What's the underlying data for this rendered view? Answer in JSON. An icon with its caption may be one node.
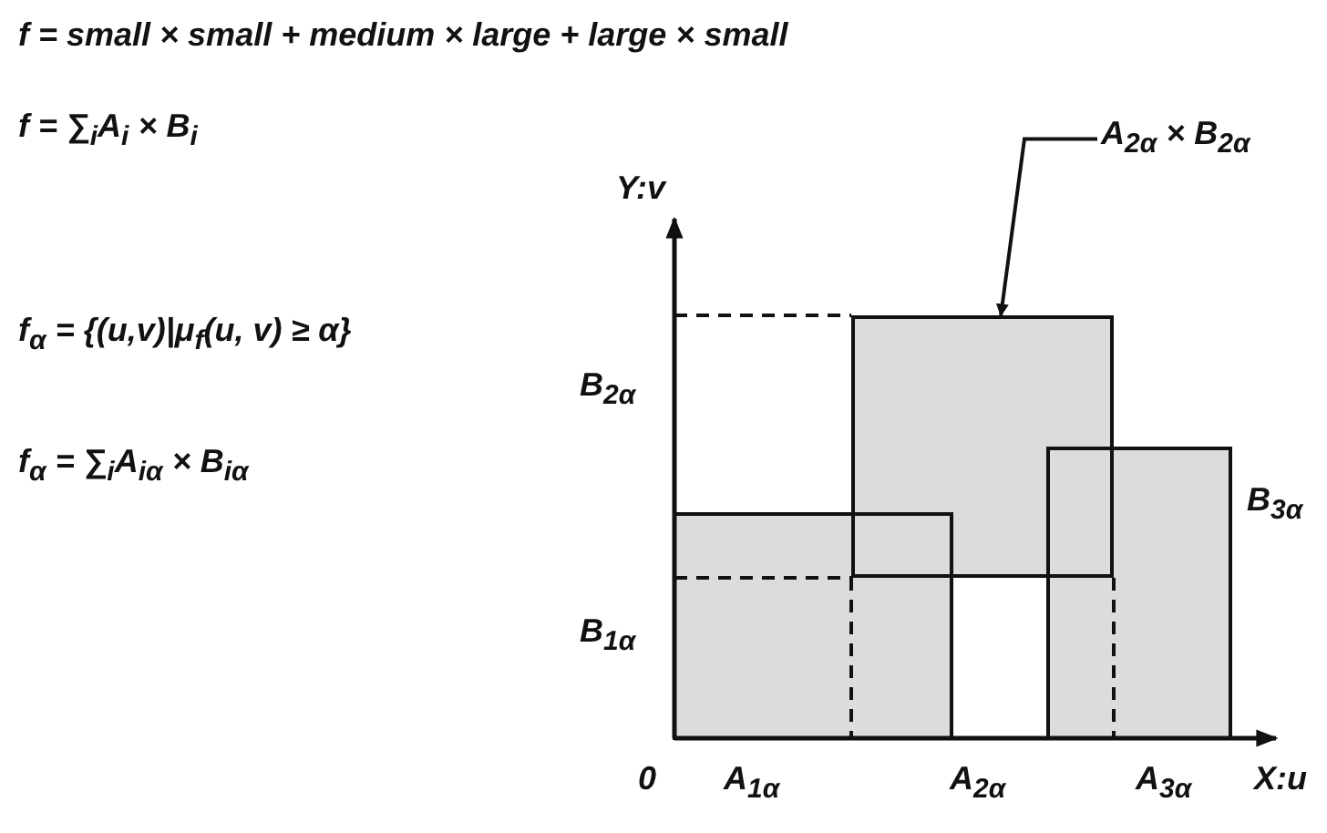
{
  "diagram": {
    "nodes": [
      {
        "text": [
          "A$_{2α}$ × B$_{2α}$"
        ]
      },
      {
        "text": [],
        "shape": "box"
      }
    ],
    "edges": [
      {
        "from": 0,
        "to": 1,
        "arrow": "to"
      }
    ],
    "labels": [
      "f = small × small + medium × large + large × small",
      "f = ∑$_{i}$A$_{i}$ × B$_{i}$",
      "f$_{α}$ = {(u,v)|μ$_{f}$(u, v) ≥ α}",
      "Y:v",
      "f$_{α}$ = ∑$_{i}$A$_{iα}$ × B$_{iα}$",
      "B$_{2α}$",
      "B$_{3α}$",
      "B$_{1α}$",
      "0",
      "A$_{1α}$",
      "A$_{2α}$",
      "A$_{3α}$",
      "X:u"
    ]
  }
}
